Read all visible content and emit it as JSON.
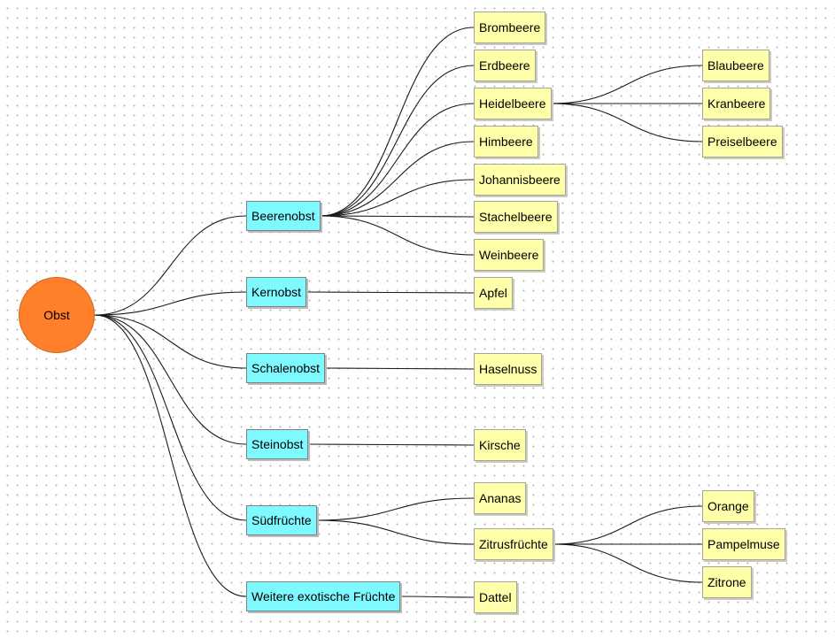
{
  "colors": {
    "root_fill": "#ff7f2a",
    "category_fill": "#7ef9ff",
    "leaf_fill": "#ffffaa",
    "edge": "#1a1a1a",
    "grid_dot": "#b4b4b4"
  },
  "root": {
    "id": "obst",
    "label": "Obst"
  },
  "categories": [
    {
      "id": "beerenobst",
      "label": "Beerenobst"
    },
    {
      "id": "kernobst",
      "label": "Kernobst"
    },
    {
      "id": "schalenobst",
      "label": "Schalenobst"
    },
    {
      "id": "steinobst",
      "label": "Steinobst"
    },
    {
      "id": "suedfruechte",
      "label": "Südfrüchte"
    },
    {
      "id": "exotische",
      "label": "Weitere exotische Früchte"
    }
  ],
  "leaves": [
    {
      "id": "brombeere",
      "label": "Brombeere",
      "parent": "beerenobst"
    },
    {
      "id": "erdbeere",
      "label": "Erdbeere",
      "parent": "beerenobst"
    },
    {
      "id": "heidelbeere",
      "label": "Heidelbeere",
      "parent": "beerenobst"
    },
    {
      "id": "himbeere",
      "label": "Himbeere",
      "parent": "beerenobst"
    },
    {
      "id": "johannisbeere",
      "label": "Johannisbeere",
      "parent": "beerenobst"
    },
    {
      "id": "stachelbeere",
      "label": "Stachelbeere",
      "parent": "beerenobst"
    },
    {
      "id": "weinbeere",
      "label": "Weinbeere",
      "parent": "beerenobst"
    },
    {
      "id": "blaubeere",
      "label": "Blaubeere",
      "parent": "heidelbeere"
    },
    {
      "id": "kranbeere",
      "label": "Kranbeere",
      "parent": "heidelbeere"
    },
    {
      "id": "preiselbeere",
      "label": "Preiselbeere",
      "parent": "heidelbeere"
    },
    {
      "id": "apfel",
      "label": "Apfel",
      "parent": "kernobst"
    },
    {
      "id": "haselnuss",
      "label": "Haselnuss",
      "parent": "schalenobst"
    },
    {
      "id": "kirsche",
      "label": "Kirsche",
      "parent": "steinobst"
    },
    {
      "id": "ananas",
      "label": "Ananas",
      "parent": "suedfruechte"
    },
    {
      "id": "zitrusfruechte",
      "label": "Zitrusfrüchte",
      "parent": "suedfruechte"
    },
    {
      "id": "orange",
      "label": "Orange",
      "parent": "zitrusfruechte"
    },
    {
      "id": "pampelmuse",
      "label": "Pampelmuse",
      "parent": "zitrusfruechte"
    },
    {
      "id": "zitrone",
      "label": "Zitrone",
      "parent": "zitrusfruechte"
    },
    {
      "id": "dattel",
      "label": "Dattel",
      "parent": "exotische"
    }
  ]
}
